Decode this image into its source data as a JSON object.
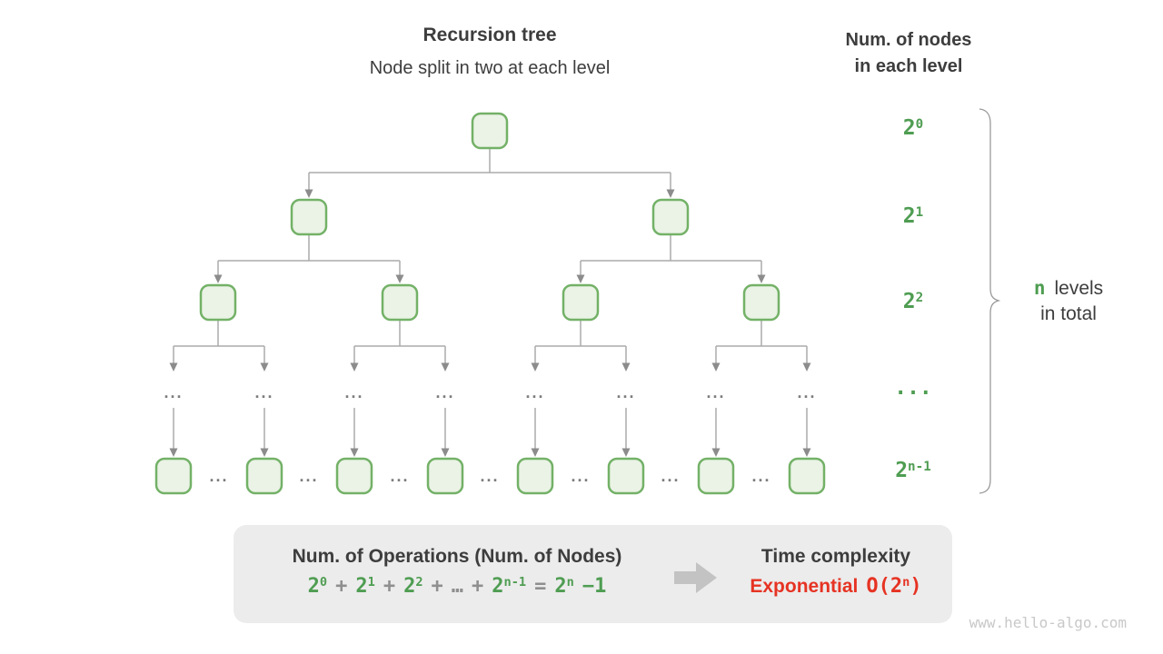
{
  "colors": {
    "green": "#4f9d52",
    "red": "#e63323",
    "dark": "#3d3d3d",
    "node_fill": "#eaf3e5",
    "node_border": "#73b167",
    "line": "#ababab",
    "arrowhead": "#8c8c8c",
    "panel_bg": "#ececec",
    "block_arrow": "#c3c3c3",
    "tree_ellipsis": "#7d7d7d",
    "operator": "#8f8f8f",
    "watermark": "#c8c8c8",
    "brace": "#9a9a9a"
  },
  "header": {
    "title": "Recursion tree",
    "subtitle": "Node split in two at each level",
    "right_title_line1": "Num. of nodes",
    "right_title_line2": "in each level"
  },
  "level_labels": [
    {
      "tokens": [
        {
          "t": "2",
          "sup": "0"
        }
      ]
    },
    {
      "tokens": [
        {
          "t": "2",
          "sup": "1"
        }
      ]
    },
    {
      "tokens": [
        {
          "t": "2",
          "sup": "2"
        }
      ]
    },
    {
      "tokens": [
        {
          "t": "..."
        }
      ]
    },
    {
      "tokens": [
        {
          "t": "2",
          "sup": "n-1"
        }
      ]
    }
  ],
  "tree": {
    "ellipsis": "..."
  },
  "brace_label": {
    "n": "n",
    "levels_text": "levels",
    "line2": "in total"
  },
  "panel": {
    "operations_title": "Num. of Operations (Num. of Nodes)",
    "formula_tokens": [
      {
        "t": "2",
        "sup": "0",
        "c": "g"
      },
      {
        "t": "+",
        "c": "op"
      },
      {
        "t": "2",
        "sup": "1",
        "c": "g"
      },
      {
        "t": "+",
        "c": "op"
      },
      {
        "t": "2",
        "sup": "2",
        "c": "g"
      },
      {
        "t": "+",
        "c": "op"
      },
      {
        "t": "…",
        "c": "op"
      },
      {
        "t": "+",
        "c": "op"
      },
      {
        "t": "2",
        "sup": "n-1",
        "c": "g"
      },
      {
        "t": "=",
        "c": "op"
      },
      {
        "t": "2",
        "sup": "n",
        "c": "g"
      },
      {
        "t": "−1",
        "c": "g"
      }
    ],
    "time_title": "Time complexity",
    "complexity_tokens": [
      {
        "t": "Exponential",
        "c": "xname"
      },
      {
        "t": "O(2",
        "sup": "n",
        "c": "xmono"
      },
      {
        "t": ")",
        "c": "xmono"
      }
    ]
  },
  "watermark": "www.hello-algo.com"
}
